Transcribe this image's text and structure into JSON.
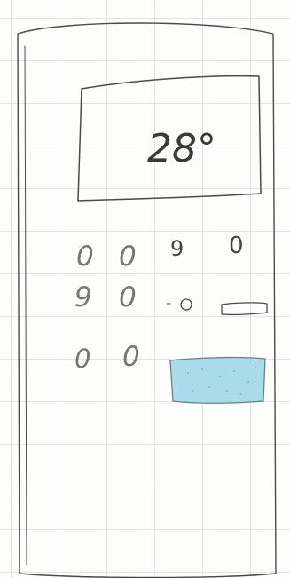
{
  "remote": {
    "display": {
      "temperature": "28°"
    },
    "buttons_left": [
      {
        "glyph": "0"
      },
      {
        "glyph": "0"
      },
      {
        "glyph": "9"
      },
      {
        "glyph": "0"
      },
      {
        "glyph": "0"
      },
      {
        "glyph": "0"
      }
    ],
    "buttons_right": [
      {
        "glyph": "9"
      },
      {
        "glyph": "0"
      },
      {
        "glyph": "0"
      }
    ],
    "accent_color": "#a9dcea"
  }
}
